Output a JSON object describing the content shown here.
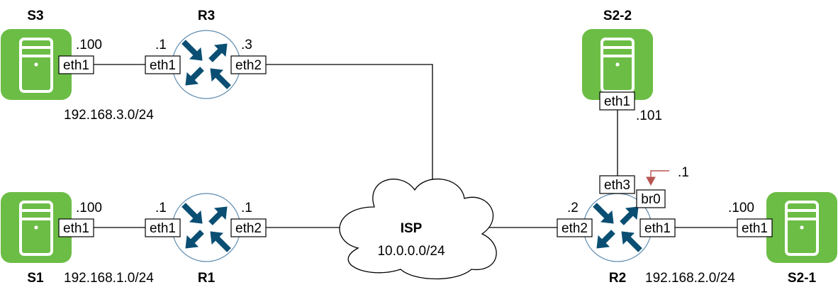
{
  "colors": {
    "server_fill": "#6cbd45",
    "router_fill": "#ffffff",
    "router_stroke": "#5d8bb0",
    "router_arrow": "#0a4f73",
    "annotation_arrow": "#b85450"
  },
  "icons": {
    "server": "server-icon",
    "router": "router-icon",
    "cloud": "cloud-icon"
  },
  "nodes": {
    "s3": {
      "name": "S3"
    },
    "s1": {
      "name": "S1"
    },
    "s2_2": {
      "name": "S2-2"
    },
    "s2_1": {
      "name": "S2-1"
    },
    "r3": {
      "name": "R3"
    },
    "r1": {
      "name": "R1"
    },
    "r2": {
      "name": "R2"
    },
    "isp": {
      "name": "ISP",
      "subnet": "10.0.0.0/24"
    }
  },
  "interfaces": {
    "s3_eth1": "eth1",
    "r3_eth1": "eth1",
    "r3_eth2": "eth2",
    "s1_eth1": "eth1",
    "r1_eth1": "eth1",
    "r1_eth2": "eth2",
    "s2_2_eth1": "eth1",
    "r2_eth3": "eth3",
    "r2_br0": "br0",
    "r2_eth2": "eth2",
    "r2_eth1": "eth1",
    "s2_1_eth1": "eth1"
  },
  "addresses": {
    "s3_eth1": ".100",
    "r3_eth1": ".1",
    "r3_eth2": ".3",
    "s1_eth1": ".100",
    "r1_eth1": ".1",
    "r1_eth2": ".1",
    "s2_2_eth1": ".101",
    "r2_br0": ".1",
    "r2_eth2": ".2",
    "s2_1_eth1": ".100"
  },
  "subnets": {
    "lan3": "192.168.3.0/24",
    "lan1": "192.168.1.0/24",
    "lan2": "192.168.2.0/24"
  }
}
